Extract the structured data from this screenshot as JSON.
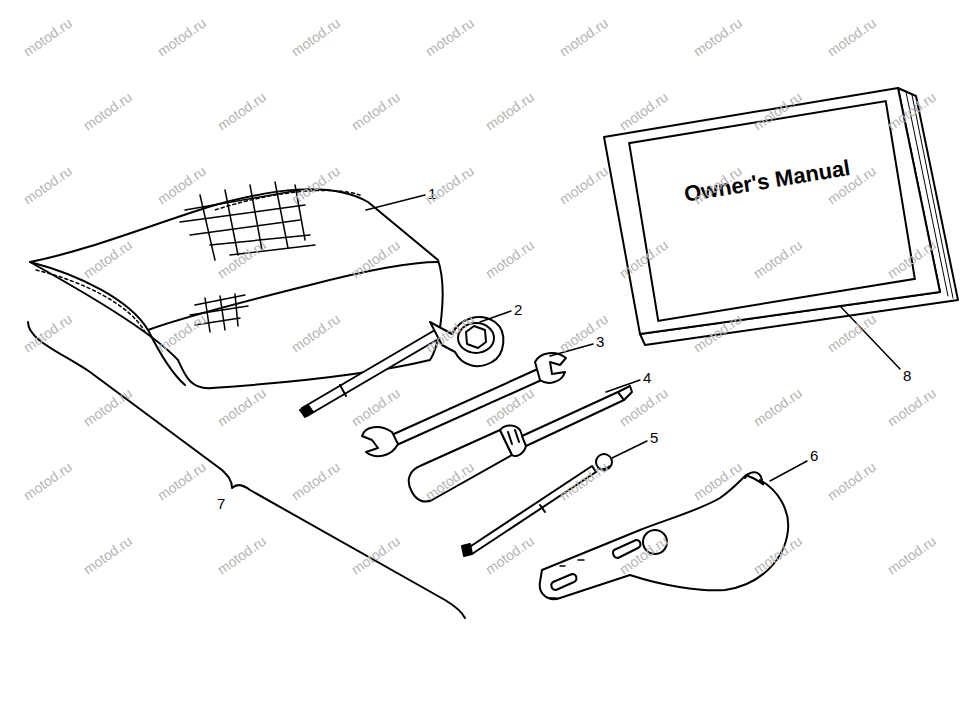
{
  "diagram": {
    "nodes": [
      {
        "text": [
          "Owner's Manual"
        ]
      }
    ],
    "labels": [
      "1",
      "2",
      "3",
      "4",
      "5",
      "6",
      "7",
      "8",
      "motod.ru",
      "motod.ru",
      "motod.ru",
      "motod.ru",
      "motod.ru",
      "motod.ru",
      "motod.ru",
      "motod.ru",
      "motod.ru",
      "motod.ru",
      "motod.ru",
      "motod.ru",
      "motod.ru",
      "motod.ru",
      "motod.ru",
      "motod.ru",
      "motod.ru",
      "motod.ru",
      "motod.ru",
      "motod.ru",
      "motod.ru",
      "motod.ru",
      "motod.ru",
      "motod.ru",
      "motod.ru",
      "motod.ru",
      "motod.ru",
      "motod.ru",
      "motod.ru",
      "motod.ru",
      "motod.ru",
      "motod.ru",
      "motod.ru",
      "motod.ru",
      "motod.ru",
      "motod.ru",
      "motod.ru",
      "motod.ru",
      "motod.ru",
      "motod.ru",
      "motod.ru",
      "motod.ru",
      "motod.ru",
      "motod.ru",
      "motod.ru",
      "motod.ru",
      "motod.ru",
      "motod.ru",
      "motod.ru",
      "motod.ru",
      "motod.ru",
      "motod.ru",
      "motod.ru",
      "motod.ru",
      "motod.ru",
      "motod.ru"
    ]
  }
}
